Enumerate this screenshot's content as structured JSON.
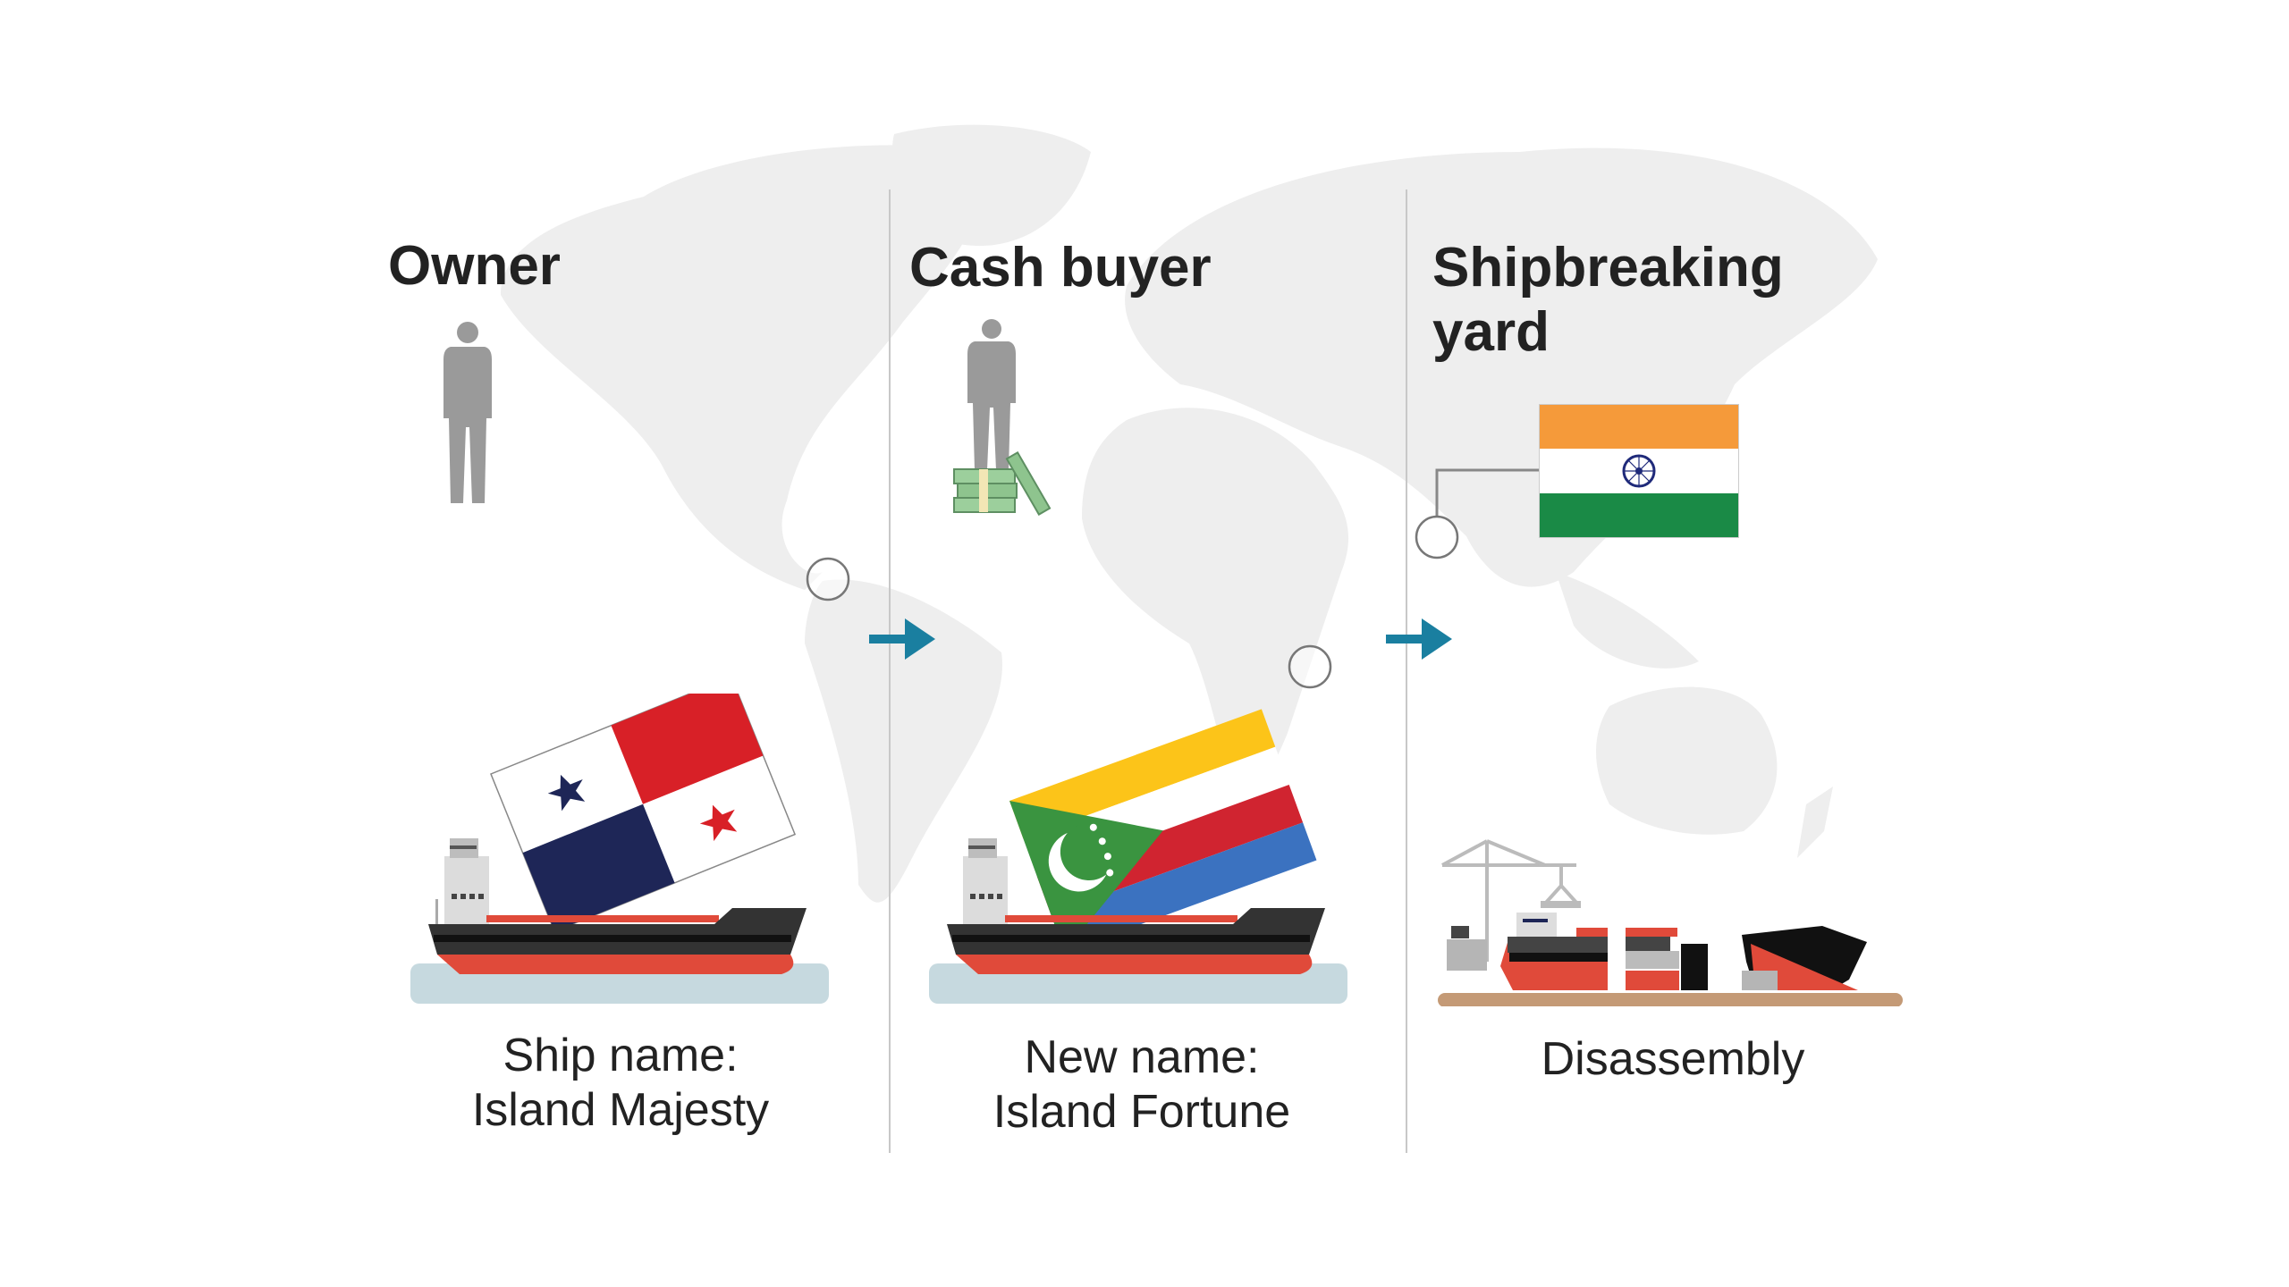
{
  "columns": [
    {
      "title": "Owner",
      "caption_line1": "Ship name:",
      "caption_line2": "Island Majesty",
      "flag": "panama"
    },
    {
      "title": "Cash buyer",
      "caption_line1": "New name:",
      "caption_line2": "Island Fortune",
      "flag": "comoros"
    },
    {
      "title_line1": "Shipbreaking",
      "title_line2": "yard",
      "caption_line1": "Disassembly",
      "flag": "india"
    }
  ],
  "colors": {
    "arrow": "#1a7fa0",
    "map": "#eeeeee",
    "person": "#9a9a9a",
    "hull_red": "#e04a3a",
    "hull_black": "#333333",
    "water": "#c6d9df",
    "ground": "#c49a76"
  }
}
